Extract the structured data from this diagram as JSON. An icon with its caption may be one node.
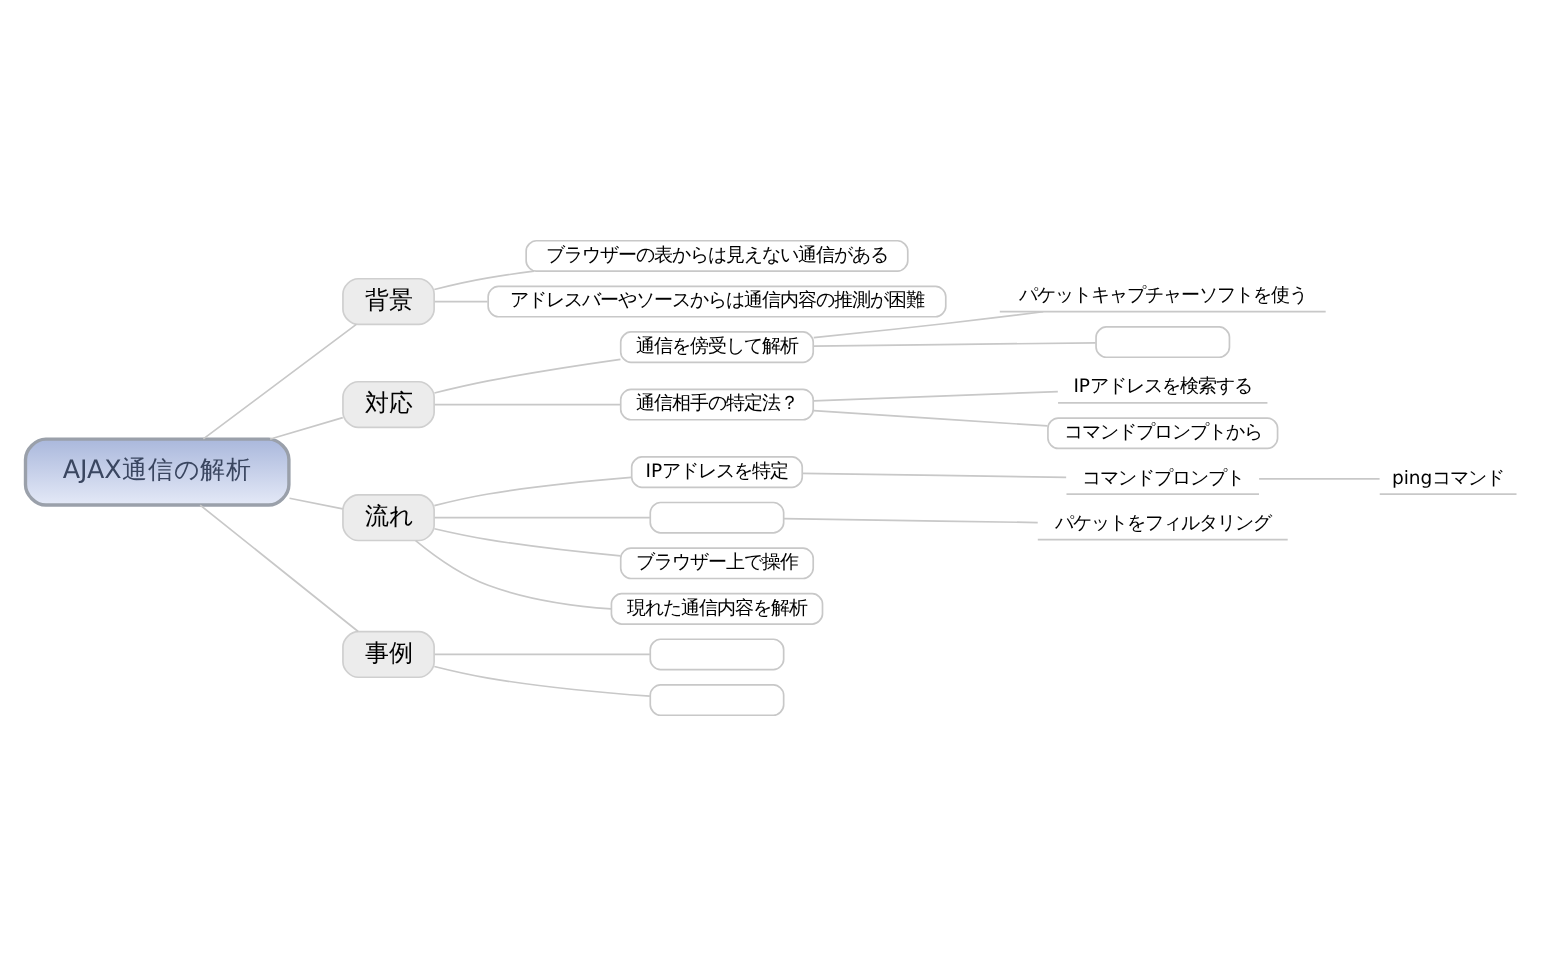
{
  "diagram": {
    "nodes": [
      {
        "text": [
          "AJAX通信の解析"
        ]
      },
      {
        "text": [
          "背景"
        ]
      },
      {
        "text": [
          "ブラウザーの表からは見えない通信がある"
        ]
      },
      {
        "text": [
          "アドレスバーやソースからは通信内容の推測が困難"
        ]
      },
      {
        "text": [
          "対応"
        ]
      },
      {
        "text": [
          "通信を傍受して解析"
        ]
      },
      {
        "text": [
          "パケットキャプチャーソフトを使う"
        ]
      },
      {
        "text": [],
        "shape": "box"
      },
      {
        "text": [
          "通信相手の特定法？"
        ]
      },
      {
        "text": [
          "IPアドレスを検索する"
        ]
      },
      {
        "text": [
          "コマンドプロンプトから"
        ]
      },
      {
        "text": [
          "流れ"
        ]
      },
      {
        "text": [
          "IPアドレスを特定"
        ]
      },
      {
        "text": [
          "コマンドプロンプト"
        ]
      },
      {
        "text": [
          "pingコマンド"
        ]
      },
      {
        "text": [],
        "shape": "box"
      },
      {
        "text": [
          "パケットをフィルタリング"
        ]
      },
      {
        "text": [
          "ブラウザー上で操作"
        ]
      },
      {
        "text": [
          "現れた通信内容を解析"
        ]
      },
      {
        "text": [
          "事例"
        ]
      },
      {
        "text": [],
        "shape": "box"
      },
      {
        "text": [],
        "shape": "box"
      }
    ],
    "edges": [
      {
        "from": 0,
        "to": 1,
        "arrow": "none"
      },
      {
        "from": 1,
        "to": 2,
        "arrow": "none"
      },
      {
        "from": 1,
        "to": 3,
        "arrow": "none"
      },
      {
        "from": 0,
        "to": 4,
        "arrow": "none"
      },
      {
        "from": 4,
        "to": 5,
        "arrow": "none"
      },
      {
        "from": 5,
        "to": 6,
        "arrow": "none"
      },
      {
        "from": 5,
        "to": 7,
        "arrow": "none"
      },
      {
        "from": 4,
        "to": 8,
        "arrow": "none"
      },
      {
        "from": 8,
        "to": 9,
        "arrow": "none"
      },
      {
        "from": 8,
        "to": 10,
        "arrow": "none"
      },
      {
        "from": 0,
        "to": 11,
        "arrow": "none"
      },
      {
        "from": 11,
        "to": 12,
        "arrow": "none"
      },
      {
        "from": 12,
        "to": 13,
        "arrow": "none"
      },
      {
        "from": 13,
        "to": 14,
        "arrow": "none"
      },
      {
        "from": 11,
        "to": 15,
        "arrow": "none"
      },
      {
        "from": 15,
        "to": 16,
        "arrow": "none"
      },
      {
        "from": 11,
        "to": 17,
        "arrow": "none"
      },
      {
        "from": 11,
        "to": 18,
        "arrow": "none"
      },
      {
        "from": 0,
        "to": 19,
        "arrow": "none"
      },
      {
        "from": 19,
        "to": 20,
        "arrow": "none"
      },
      {
        "from": 19,
        "to": 21,
        "arrow": "none"
      }
    ]
  }
}
